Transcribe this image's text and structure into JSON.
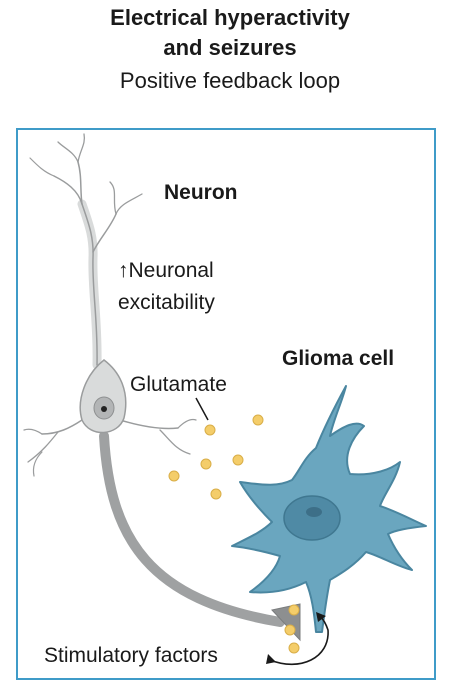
{
  "title": {
    "line1": "Electrical hyperactivity",
    "line2": "and seizures",
    "subtitle": "Positive feedback loop"
  },
  "labels": {
    "neuron": "Neuron",
    "excitability_line1": "↑Neuronal",
    "excitability_line2": "excitability",
    "glioma": "Glioma cell",
    "glutamate": "Glutamate",
    "stimulatory": "Stimulatory factors"
  },
  "colors": {
    "border": "#3f9bc8",
    "neuron_fill": "#d9dbdb",
    "neuron_stroke": "#9a9c9d",
    "axon": "#9fa1a2",
    "glioma_fill": "#6aa6bf",
    "glioma_stroke": "#4a86a0",
    "glioma_nucleus": "#4f8aa5",
    "vesicle": "#f4cd6a",
    "vesicle_stroke": "#d9ae48"
  }
}
